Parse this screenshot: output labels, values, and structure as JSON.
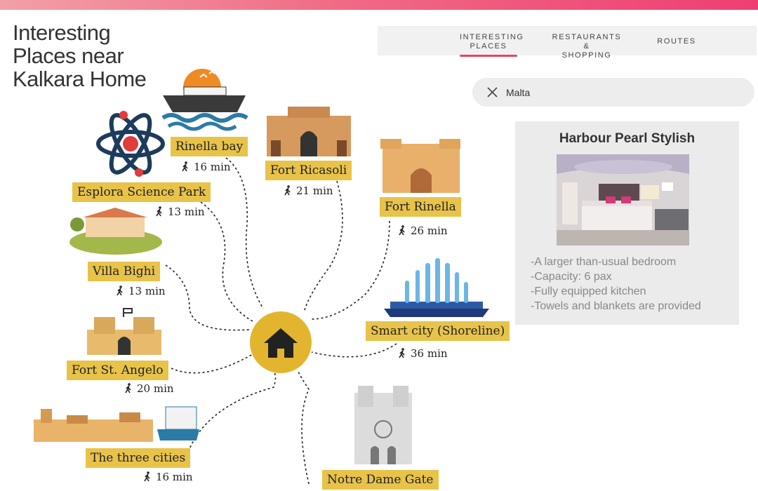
{
  "page": {
    "title_lines": [
      "Interesting",
      "Places near",
      "Kalkara Home"
    ]
  },
  "tabs": [
    {
      "label_lines": [
        "INTERESTING",
        "PLACES"
      ],
      "active": true
    },
    {
      "label_lines": [
        "RESTAURANTS &",
        "SHOPPING"
      ],
      "active": false
    },
    {
      "label_lines": [
        "ROUTES"
      ],
      "active": false
    }
  ],
  "search": {
    "value": "Malta"
  },
  "listing": {
    "title": "Harbour Pearl Stylish",
    "features": [
      "-A larger than-usual bedroom",
      "-Capacity: 6 pax",
      "-Fully equipped kitchen",
      "-Towels and blankets are provided"
    ]
  },
  "places": [
    {
      "name": "Rinella bay",
      "time": "16 min"
    },
    {
      "name": "Fort Ricasoli",
      "time": "21 min"
    },
    {
      "name": "Esplora Science Park",
      "time": "13 min"
    },
    {
      "name": "Fort Rinella",
      "time": "26 min"
    },
    {
      "name": "Villa Bighi",
      "time": "13 min"
    },
    {
      "name": "Smart city (Shoreline)",
      "time": "36 min"
    },
    {
      "name": "Fort St. Angelo",
      "time": "20 min"
    },
    {
      "name": "The three cities",
      "time": "16 min"
    },
    {
      "name": "Notre Dame Gate",
      "time": ""
    }
  ],
  "colors": {
    "label_bg": "#e8c34a",
    "accent": "#e74363",
    "hub": "#e3b52f"
  },
  "icons": [
    "close-icon",
    "home-icon",
    "walking-person-icon"
  ]
}
